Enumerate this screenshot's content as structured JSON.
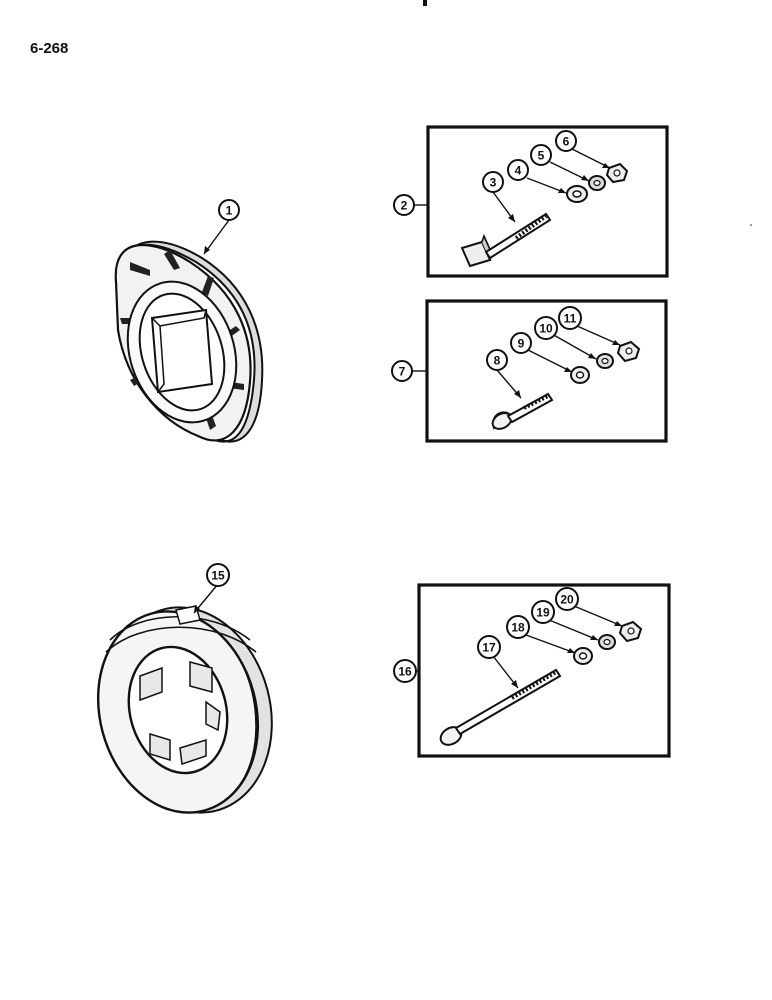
{
  "page": {
    "number": "6-268"
  },
  "callouts": {
    "c1": "1",
    "c2": "2",
    "c3": "3",
    "c4": "4",
    "c5": "5",
    "c6": "6",
    "c7": "7",
    "c8": "8",
    "c9": "9",
    "c10": "10",
    "c11": "11",
    "c15": "15",
    "c16": "16",
    "c17": "17",
    "c18": "18",
    "c19": "19",
    "c20": "20"
  }
}
